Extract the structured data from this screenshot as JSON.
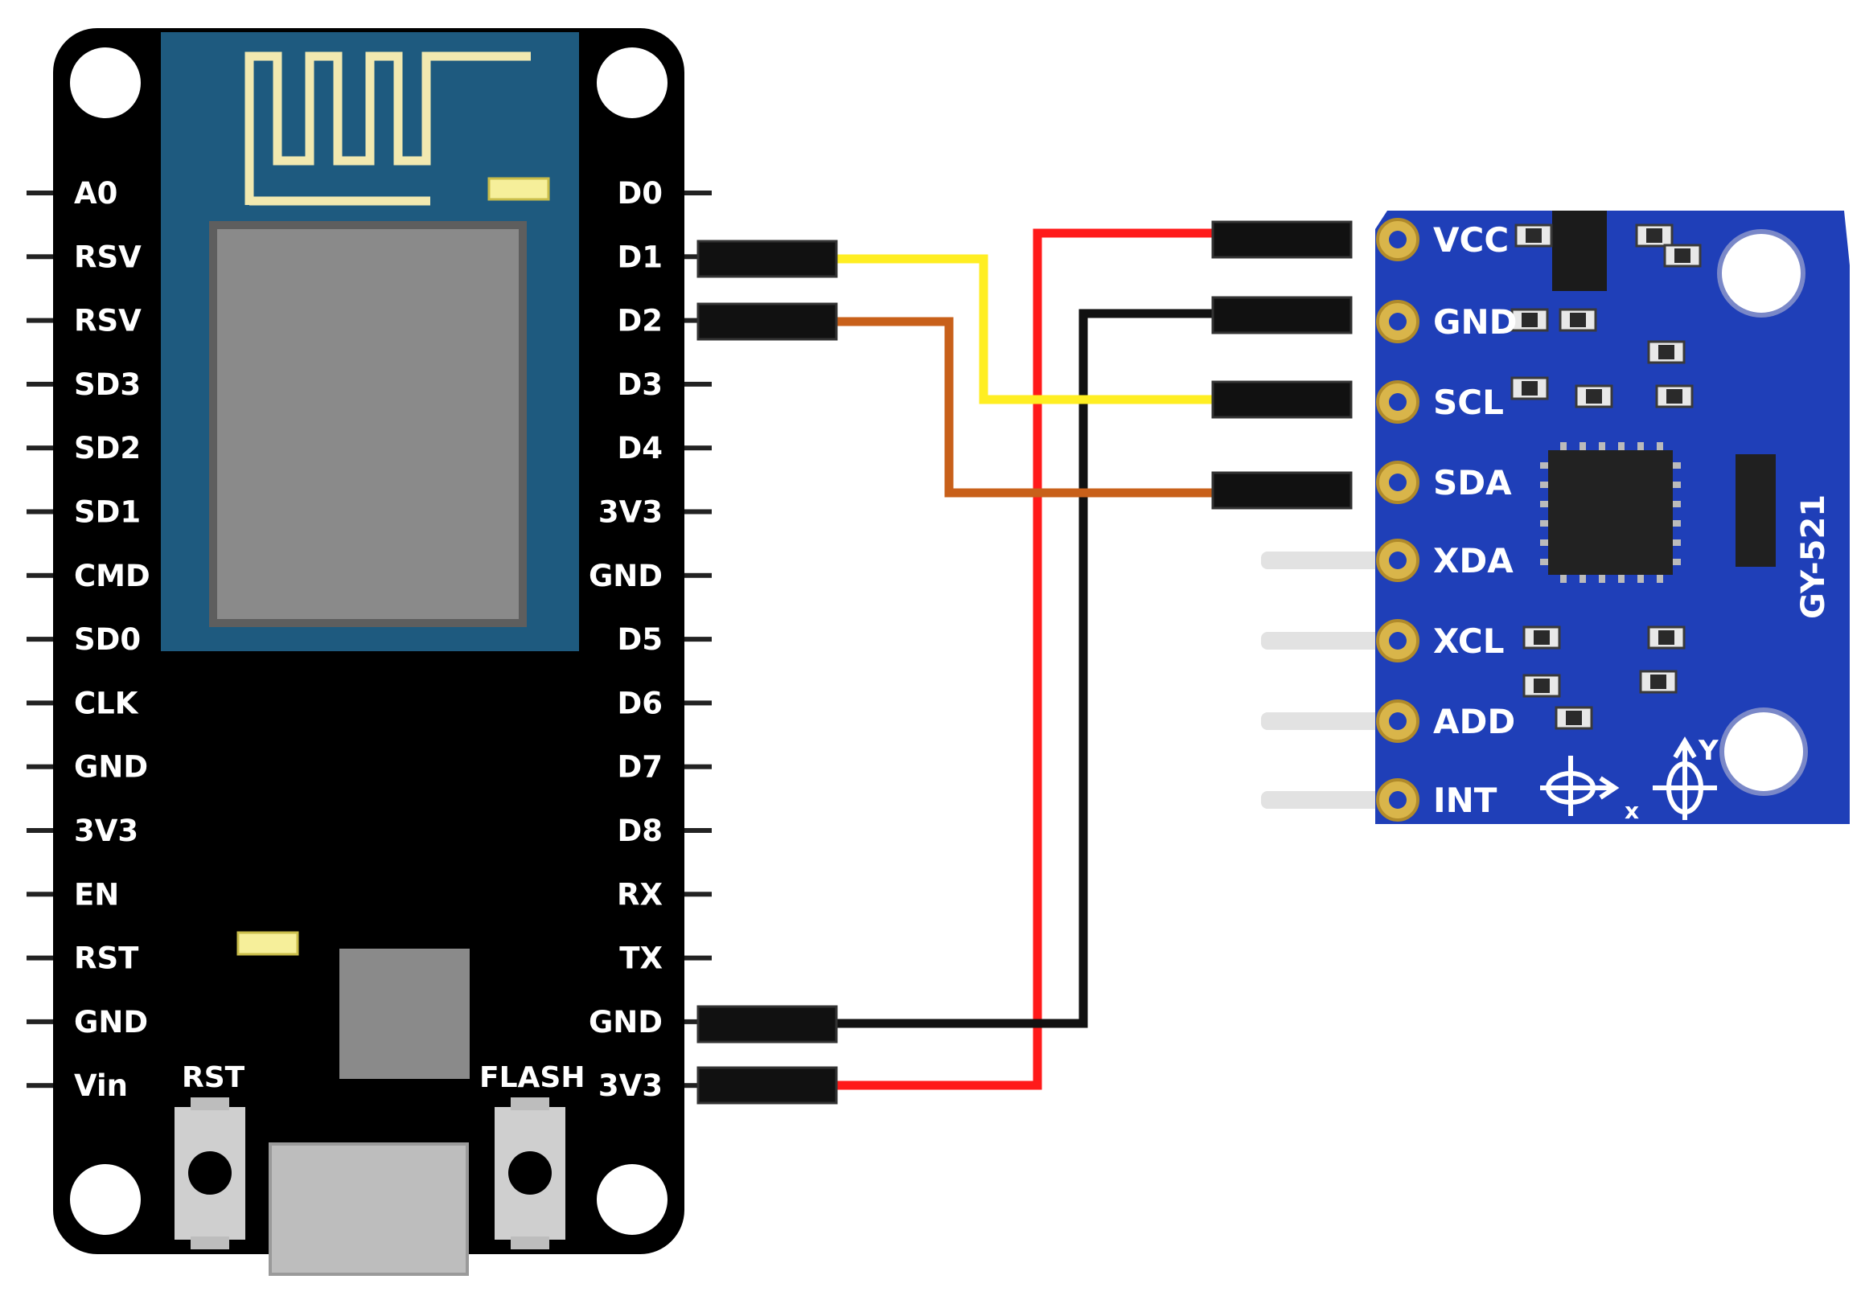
{
  "nodemcu": {
    "left_pins": [
      "A0",
      "RSV",
      "RSV",
      "SD3",
      "SD2",
      "SD1",
      "CMD",
      "SD0",
      "CLK",
      "GND",
      "3V3",
      "EN",
      "RST",
      "GND",
      "Vin"
    ],
    "right_pins": [
      "D0",
      "D1",
      "D2",
      "D3",
      "D4",
      "3V3",
      "GND",
      "D5",
      "D6",
      "D7",
      "D8",
      "RX",
      "TX",
      "GND",
      "3V3"
    ],
    "rst_label": "RST",
    "flash_label": "FLASH"
  },
  "gy521": {
    "pins": [
      "VCC",
      "GND",
      "SCL",
      "SDA",
      "XDA",
      "XCL",
      "ADD",
      "INT"
    ],
    "model_label": "GY-521",
    "axis_y": "Y",
    "axis_x": "x"
  },
  "colors": {
    "board": "#000000",
    "wifi_module": "#1e5a7f",
    "antenna": "#f2e9b0",
    "shield": "#8a8a8a",
    "pcb_blue": "#1f3fb8",
    "pad_gold": "#d9b54a",
    "wire_vcc": "#ff1a1a",
    "wire_gnd": "#111111",
    "wire_scl": "#ffee22",
    "wire_sda": "#c8601a"
  },
  "connections": [
    {
      "from": "3V3",
      "to": "VCC",
      "color": "wire_vcc"
    },
    {
      "from": "GND",
      "to": "GND",
      "color": "wire_gnd"
    },
    {
      "from": "D1",
      "to": "SCL",
      "color": "wire_scl"
    },
    {
      "from": "D2",
      "to": "SDA",
      "color": "wire_sda"
    }
  ]
}
